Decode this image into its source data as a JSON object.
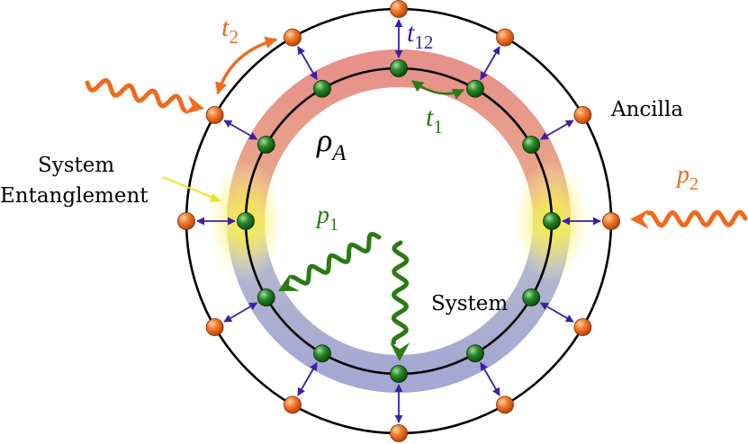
{
  "labels": {
    "ancilla": "Ancilla",
    "system": "System",
    "system_entanglement_line1": "System",
    "system_entanglement_line2": "Entanglement",
    "rho_symbol": "ρ",
    "rho_sub": "A",
    "t1_symbol": "t",
    "t1_sub": "1",
    "t2_symbol": "t",
    "t2_sub": "2",
    "t12_symbol": "t",
    "t12_sub": "12",
    "p1_symbol": "p",
    "p1_sub": "1",
    "p2_symbol": "p",
    "p2_sub": "2"
  },
  "colors": {
    "ancilla_site": "#f06a1c",
    "system_site": "#1f7a1f",
    "coupling_arrow": "#3a1fa8",
    "pump_ancilla": "#f06a1c",
    "pump_system": "#2b7a16",
    "ancilla_band": "#e58e86",
    "system_band": "#a7acd2",
    "entanglement_glow": "#f4ef3c",
    "t1_label": "#2b7a16",
    "t2_label": "#f06a1c",
    "t12_label": "#3a1fa8",
    "p1_label": "#2b7a16",
    "p2_label": "#f06a1c"
  },
  "lattice": {
    "sites_per_ring": 12
  }
}
